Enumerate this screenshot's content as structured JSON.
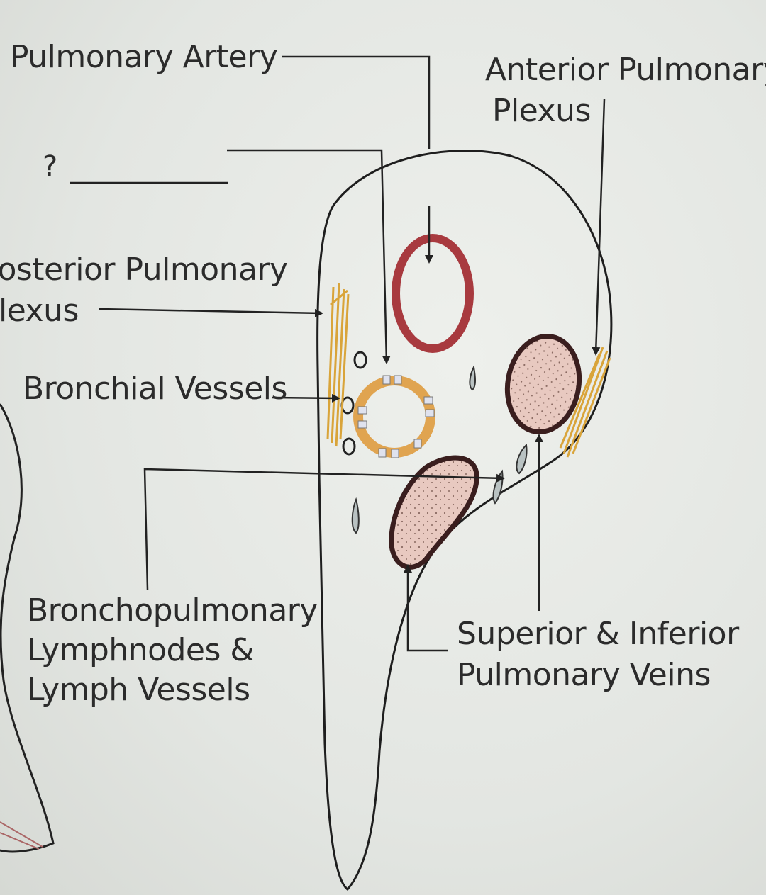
{
  "labels": {
    "pulmonary_artery": "Pulmonary Artery",
    "unknown": "?",
    "anterior_plexus": [
      "Anterior Pulmonary",
      "Plexus"
    ],
    "posterior_plexus": [
      "Posterior Pulmonary",
      "Plexus"
    ],
    "bronchial_vessels": "Bronchial Vessels",
    "lymphnodes": [
      "Bronchopulmonary",
      "Lymphnodes &",
      "Lymph Vessels"
    ],
    "pulmonary_veins": [
      "Superior & Inferior",
      "Pulmonary Veins"
    ]
  },
  "colors": {
    "artery": "#a83a3f",
    "nerve": "#d9a43a",
    "bronchus": "#e0a450",
    "vein_fill": "#e8c9c0",
    "vein_outline": "#3a1e1e",
    "line": "#222222"
  }
}
